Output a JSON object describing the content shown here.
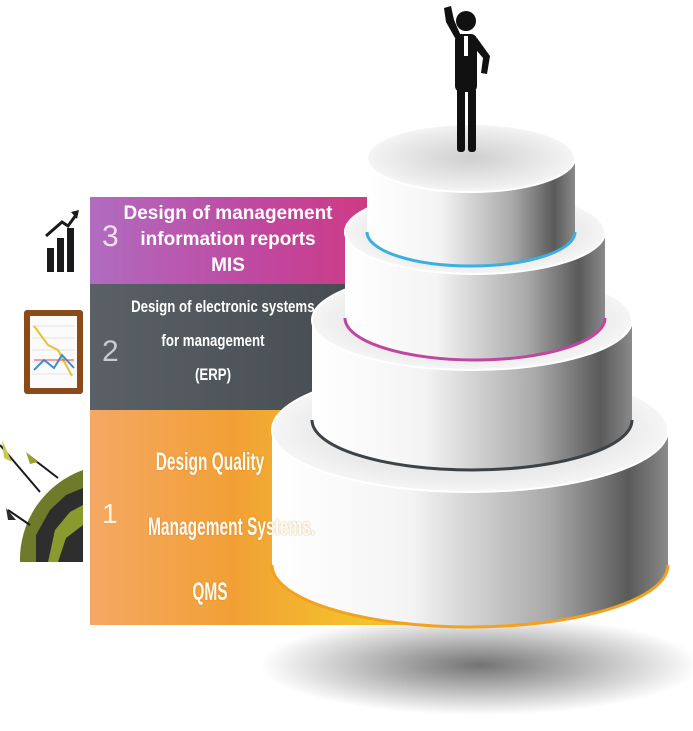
{
  "tiers": [
    {
      "number": "3",
      "lines": [
        "Design of management",
        "information reports",
        "MIS"
      ],
      "color": "#c0479f"
    },
    {
      "number": "2",
      "lines": [
        "Design of electronic systems",
        "for management",
        "(ERP)"
      ],
      "color": "#41484d"
    },
    {
      "number": "1",
      "lines": [
        "Design Quality",
        "Management Systems.",
        "QMS"
      ],
      "color": "#f2a035"
    }
  ],
  "icons": [
    "bar-chart-growth-icon",
    "line-chart-clipboard-icon",
    "dartboard-darts-icon",
    "businessman-figure-icon"
  ]
}
